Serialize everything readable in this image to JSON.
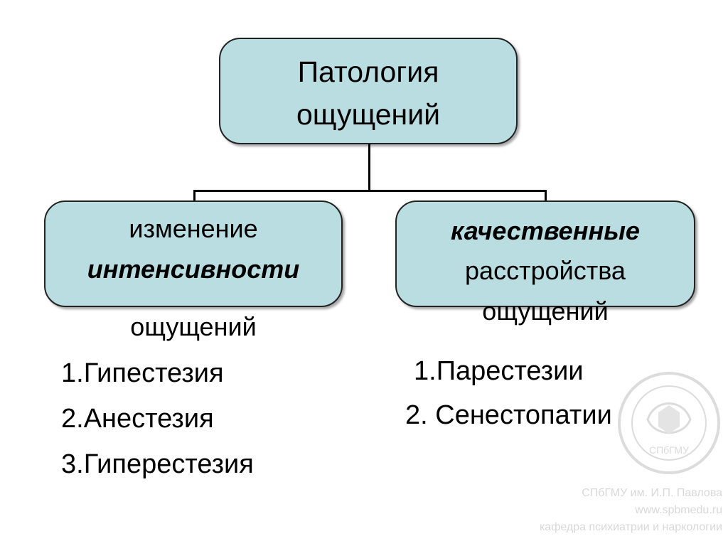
{
  "root": {
    "line1": "Патология",
    "line2": "ощущений"
  },
  "left_node": {
    "line1": "изменение",
    "line2": "интенсивности",
    "line3": "ощущений"
  },
  "right_node": {
    "line1": "качественные",
    "line2": "расстройства",
    "line3": "ощущений"
  },
  "left_list": [
    "1.Гипестезия",
    "2.Анестезия",
    "3.Гиперестезия"
  ],
  "right_list": [
    "1.Парестезии",
    "2. Сенестопатии"
  ],
  "watermark": {
    "seal_text": "СПбГМУ",
    "line1": "СПбГМУ им. И.П. Павлова",
    "line2": "www.spbmedu.ru",
    "line3": "кафедра психиатрии и наркологии"
  },
  "colors": {
    "box_fill": "#b9dde0",
    "box_border": "#222222",
    "connector": "#000000"
  }
}
